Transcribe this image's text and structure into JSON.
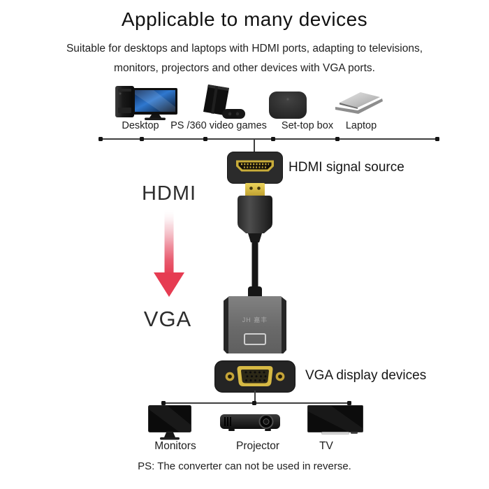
{
  "header": {
    "title": "Applicable to many devices",
    "subtitle_line1": "Suitable for desktops and laptops with HDMI ports, adapting to televisions,",
    "subtitle_line2": "monitors, projectors and other devices with VGA ports."
  },
  "source_devices": {
    "items": [
      {
        "label": "Desktop",
        "icon": "desktop-pc-icon"
      },
      {
        "label": "PS /360 video games",
        "icon": "game-console-icon"
      },
      {
        "label": "Set-top box",
        "icon": "set-top-box-icon"
      },
      {
        "label": "Laptop",
        "icon": "laptop-icon"
      }
    ]
  },
  "converter": {
    "input_port_caption": "HDMI signal source",
    "output_port_caption": "VGA display devices",
    "input_type_label": "HDMI",
    "output_type_label": "VGA",
    "brand_text": "JH 嘉丰"
  },
  "display_devices": {
    "items": [
      {
        "label": "Monitors",
        "icon": "monitor-icon"
      },
      {
        "label": "Projector",
        "icon": "projector-icon"
      },
      {
        "label": "TV",
        "icon": "tv-icon"
      }
    ]
  },
  "footer": {
    "note": "PS: The converter can not be used in reverse."
  },
  "colors": {
    "connector_gold": "#cfae3a",
    "port_black": "#262626",
    "converter_body_gray": "#6f6f6f",
    "arrow_red": "#e63c52",
    "line_gray": "#3f3f3f",
    "text_black": "#1c1c1c"
  }
}
